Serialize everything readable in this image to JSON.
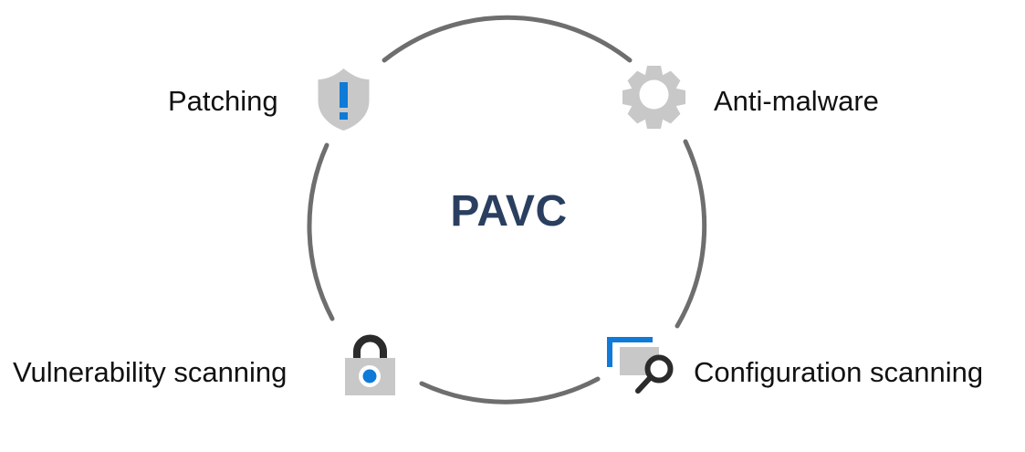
{
  "diagram": {
    "type": "cycle",
    "center_label": "PAVC",
    "background_color": "#ffffff",
    "arc_color": "#6e6e6e",
    "center_text_color": "#2a3f5f",
    "label_text_color": "#111111",
    "icon_gray": "#c8c8c8",
    "icon_dark": "#3b3b3b",
    "accent_blue": "#0f7ad8",
    "nodes": [
      {
        "id": "patching",
        "label": "Patching",
        "icon": "shield-exclamation-icon",
        "position": "top-left"
      },
      {
        "id": "anti-malware",
        "label": "Anti-malware",
        "icon": "gear-icon",
        "position": "top-right"
      },
      {
        "id": "configuration-scanning",
        "label": "Configuration scanning",
        "icon": "screen-magnifier-icon",
        "position": "bottom-right"
      },
      {
        "id": "vulnerability-scanning",
        "label": "Vulnerability scanning",
        "icon": "padlock-icon",
        "position": "bottom-left"
      }
    ],
    "arcs": [
      {
        "id": "arc-top",
        "from": "patching",
        "to": "anti-malware"
      },
      {
        "id": "arc-right",
        "from": "anti-malware",
        "to": "configuration-scanning"
      },
      {
        "id": "arc-bottom",
        "from": "configuration-scanning",
        "to": "vulnerability-scanning"
      },
      {
        "id": "arc-left",
        "from": "vulnerability-scanning",
        "to": "patching"
      }
    ]
  }
}
